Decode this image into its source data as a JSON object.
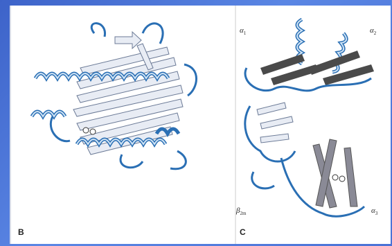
{
  "panels": {
    "b": {
      "label": "B"
    },
    "c": {
      "label": "C",
      "alpha1": {
        "sym": "α",
        "sub": "1"
      },
      "alpha2": {
        "sym": "α",
        "sub": "2"
      },
      "alpha3": {
        "sym": "α",
        "sub": "3"
      },
      "beta2m": {
        "sym": "β",
        "sub": "2m"
      }
    }
  },
  "colors": {
    "loop": "#2a6fb4",
    "helix_light": "#cfe3f5",
    "strand_light": "#e8ecf4",
    "strand_dark": "#4a4a4a",
    "strand_mid": "#8a8a96",
    "background": "#4a72d6"
  }
}
